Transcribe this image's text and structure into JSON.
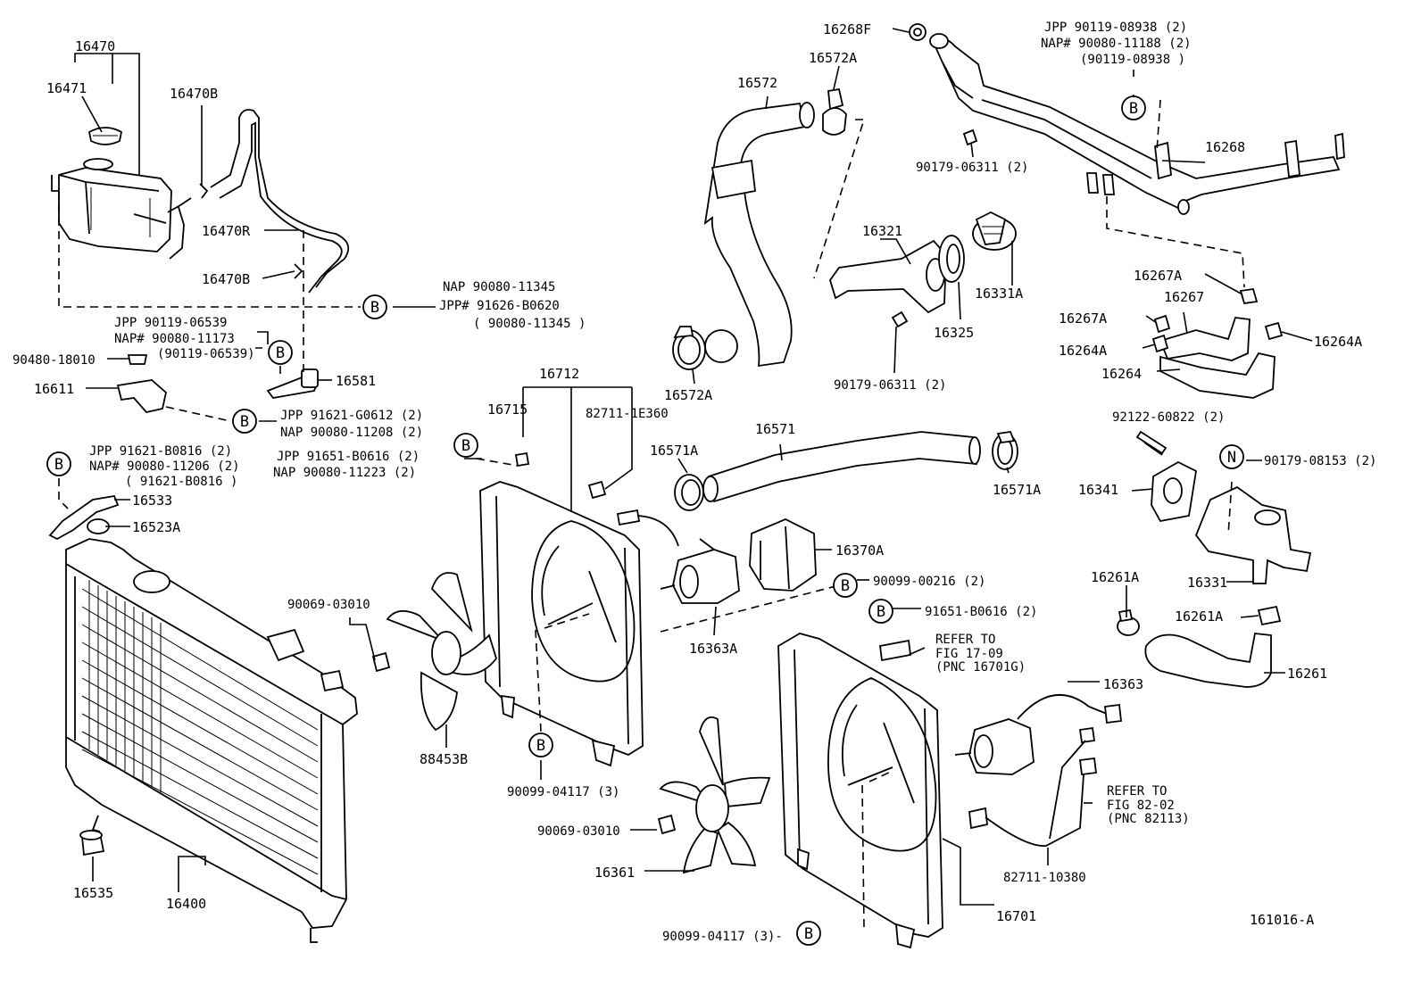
{
  "labels": {
    "p16470": "16470",
    "p16471": "16471",
    "p16470b_top": "16470B",
    "p16470r": "16470R",
    "p16470b_bot": "16470B",
    "nap_b_1": "NAP  90080-11345",
    "jpp_b_1": "JPP# 91626-B0620",
    "alt_b_1": "( 90080-11345 )",
    "jpp_b_2": "JPP  90119-06539",
    "nap_b_2": "NAP# 90080-11173",
    "alt_b_2": "(90119-06539)",
    "p90480": "90480-18010",
    "p16611": "16611",
    "p16581": "16581",
    "jpp_b_3": "JPP 91621-G0612 (2)",
    "nap_b_3": "NAP 90080-11208 (2)",
    "jpp_b_4": "JPP  91621-B0816 (2)",
    "nap_b_4": "NAP# 90080-11206 (2)",
    "alt_b_4": "( 91621-B0816 )",
    "p16533": "16533",
    "p16523a": "16523A",
    "jpp_b_5": "JPP 91651-B0616 (2)",
    "nap_b_5": "NAP 90080-11223 (2)",
    "p16712": "16712",
    "p16715": "16715",
    "p82711_1e360": "82711-1E360",
    "p90069_a": "90069-03010",
    "p88453b": "88453B",
    "p90099_04117_a": "90099-04117 (3)",
    "p16400": "16400",
    "p16535": "16535",
    "p16572": "16572",
    "p16572a_top": "16572A",
    "p16572a_bot": "16572A",
    "p16268f": "16268F",
    "jpp_b_6": "JPP  90119-08938 (2)",
    "nap_b_6": "NAP# 90080-11188 (2)",
    "alt_b_6": "(90119-08938 )",
    "p90179_a": "90179-06311 (2)",
    "p16268": "16268",
    "p16321": "16321",
    "p16331a": "16331A",
    "p16325": "16325",
    "p90179_b": "90179-06311 (2)",
    "p16267a_top": "16267A",
    "p16267": "16267",
    "p16267a_mid": "16267A",
    "p16264a_left": "16264A",
    "p16264a_right": "16264A",
    "p16264": "16264",
    "p16571": "16571",
    "p16571a_left": "16571A",
    "p16571a_right": "16571A",
    "p16370a": "16370A",
    "p90099_00216": "90099-00216 (2)",
    "p16363a": "16363A",
    "p91651_b0616": "91651-B0616 (2)",
    "refer1_a": "REFER TO",
    "refer1_b": "FIG 17-09",
    "refer1_c": "(PNC 16701G)",
    "p16363": "16363",
    "refer2_a": "REFER TO",
    "refer2_b": "FIG 82-02",
    "refer2_c": "(PNC 82113)",
    "p82711_10380": "82711-10380",
    "p16701": "16701",
    "p90069_b": "90069-03010",
    "p16361": "16361",
    "p90099_04117_b": "90099-04117 (3)-",
    "p92122": "92122-60822 (2)",
    "p16341": "16341",
    "p90179_08153": "90179-08153 (2)",
    "p16331": "16331",
    "p16261a_top": "16261A",
    "p16261a_right": "16261A",
    "p16261": "16261",
    "diagram_code": "161016-A"
  },
  "markers": {
    "b": "B",
    "n": "N"
  }
}
